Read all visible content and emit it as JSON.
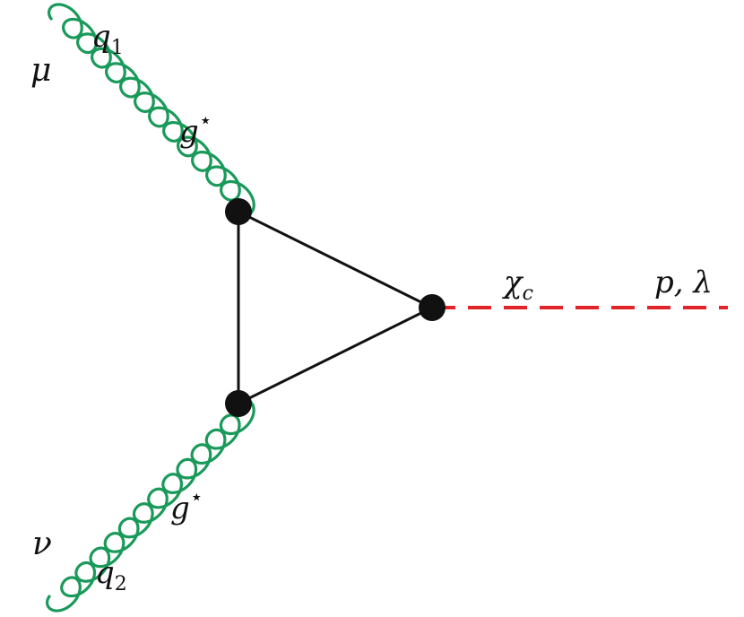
{
  "diagram": {
    "colors": {
      "gluon": "#1a9a5a",
      "scalar": "#e0242a",
      "loop": "#111111",
      "vertex": "#111111"
    },
    "labels": {
      "top_index": "μ",
      "top_momentum": "q",
      "top_momentum_sub": "1",
      "top_particle": "g",
      "top_particle_sup": "⋆",
      "bottom_index": "ν",
      "bottom_momentum": "q",
      "bottom_momentum_sub": "2",
      "bottom_particle": "g",
      "bottom_particle_sup": "⋆",
      "meson": "χ",
      "meson_sub": "c",
      "meson_momentum": "p, λ"
    }
  }
}
